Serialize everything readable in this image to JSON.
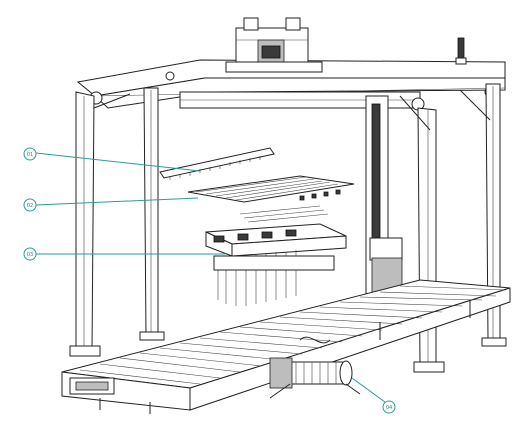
{
  "callouts": [
    {
      "id": "01",
      "label": "01"
    },
    {
      "id": "02",
      "label": "02"
    },
    {
      "id": "03",
      "label": "03"
    },
    {
      "id": "04",
      "label": "04"
    }
  ],
  "colors": {
    "line": "#222222",
    "leader": "#2f9a9a",
    "background": "#ffffff"
  }
}
